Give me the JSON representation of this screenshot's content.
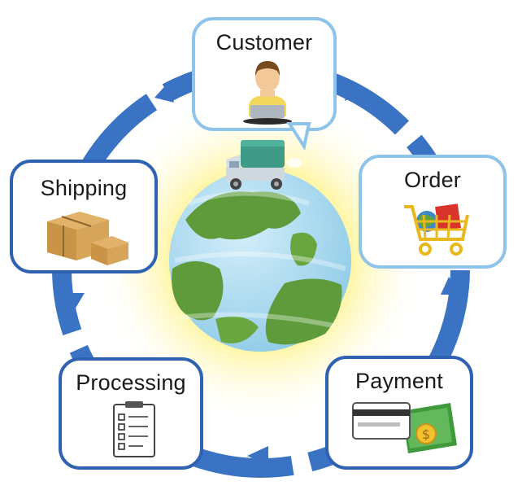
{
  "nodes": [
    {
      "id": "customer",
      "label": "Customer",
      "icon": "person-laptop-icon"
    },
    {
      "id": "order",
      "label": "Order",
      "icon": "shopping-cart-icon"
    },
    {
      "id": "payment",
      "label": "Payment",
      "icon": "credit-card-cash-icon"
    },
    {
      "id": "processing",
      "label": "Processing",
      "icon": "clipboard-checklist-icon"
    },
    {
      "id": "shipping",
      "label": "Shipping",
      "icon": "cardboard-boxes-icon"
    }
  ],
  "center": {
    "icon": "globe-with-truck-icon"
  },
  "colors": {
    "ring": "#3a73c4",
    "card_light": "#8ec3ea",
    "card_dark": "#2f62b3",
    "glow": "#fff6a8",
    "ocean": "#a9d8ee",
    "land": "#5f9b3a"
  }
}
